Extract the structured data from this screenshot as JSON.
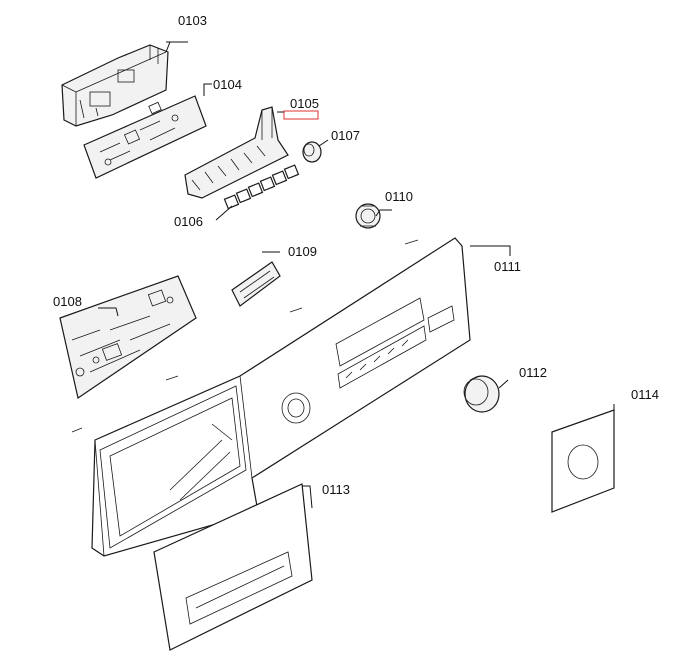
{
  "labels": {
    "p0103": "0103",
    "p0104": "0104",
    "p0105": "0105",
    "p0106": "0106",
    "p0107": "0107",
    "p0108": "0108",
    "p0109": "0109",
    "p0110": "0110",
    "p0111": "0111",
    "p0112": "0112",
    "p0113": "0113",
    "p0114": "0114"
  },
  "colors": {
    "line": "#1a1a1a",
    "highlight": "#e03030",
    "background": "#ffffff"
  }
}
